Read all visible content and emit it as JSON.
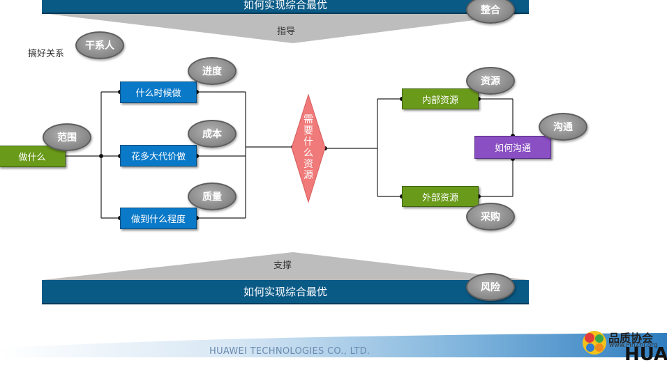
{
  "top_bar": {
    "text": "如何实现综合最优"
  },
  "bottom_bar": {
    "text": "如何实现综合最优"
  },
  "labels": {
    "guide": "指导",
    "support": "支撑",
    "relations": "搞好关系"
  },
  "ovals": {
    "integrate": "整合",
    "stakeholder": "干系人",
    "scope": "范围",
    "progress": "进度",
    "cost": "成本",
    "quality": "质量",
    "resource": "资源",
    "communicate": "沟通",
    "procure": "采购",
    "risk": "风险"
  },
  "boxes": {
    "what": "做什么",
    "when": "什么时候做",
    "how_much": "花多大代价做",
    "degree": "做到什么程度",
    "internal": "内部资源",
    "external": "外部资源",
    "how_comm": "如何沟通"
  },
  "diamond": {
    "chars": [
      "需",
      "要",
      "什",
      "么",
      "资",
      "源"
    ]
  },
  "footer": {
    "company": "HUAWEI TECHNOLOGIES CO., LTD.",
    "logo_cn": "品质协会",
    "logo_url": "www.PinZhi.org",
    "logo_big": "HUAV"
  },
  "colors": {
    "bar": "#0a5a86",
    "blue_box": "#0a79c8",
    "green_box": "#6a9a1a",
    "purple_box": "#8a4fc2",
    "diamond": "#f07a7a",
    "oval": "#8c8c8c",
    "trapezoid": "#bcbcbc"
  }
}
